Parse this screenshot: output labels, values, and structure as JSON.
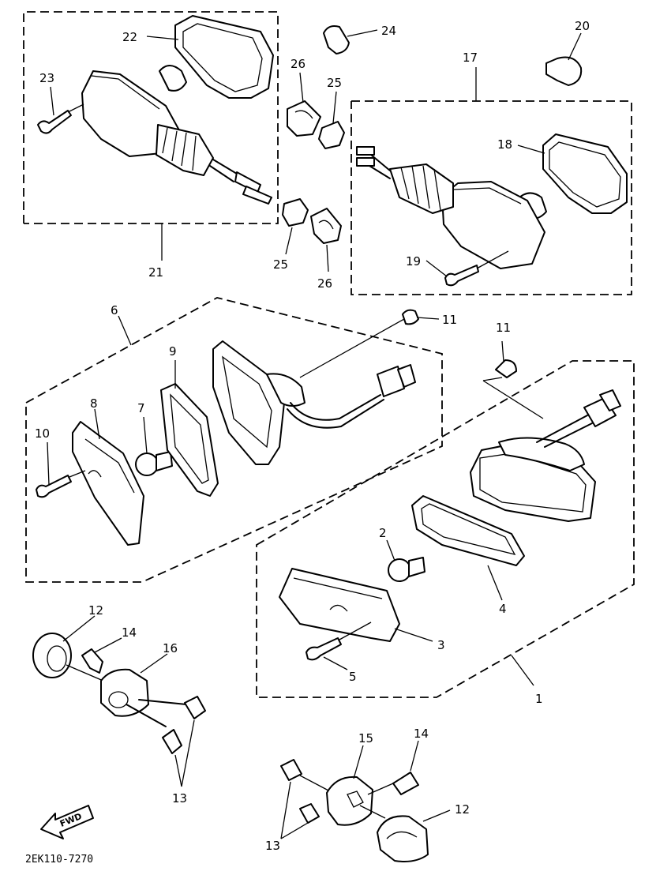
{
  "diagram": {
    "code": "2EK110-7270",
    "fwd_label": "FWD",
    "callouts": {
      "n1": "1",
      "n2": "2",
      "n3": "3",
      "n4": "4",
      "n5": "5",
      "n6": "6",
      "n7": "7",
      "n8": "8",
      "n9": "9",
      "n10": "10",
      "n11a": "11",
      "n11b": "11",
      "n12a": "12",
      "n12b": "12",
      "n13a": "13",
      "n13b": "13",
      "n14a": "14",
      "n14b": "14",
      "n15": "15",
      "n16": "16",
      "n17": "17",
      "n18": "18",
      "n19": "19",
      "n20": "20",
      "n21": "21",
      "n22": "22",
      "n23": "23",
      "n24": "24",
      "n25a": "25",
      "n25b": "25",
      "n26a": "26",
      "n26b": "26"
    }
  }
}
